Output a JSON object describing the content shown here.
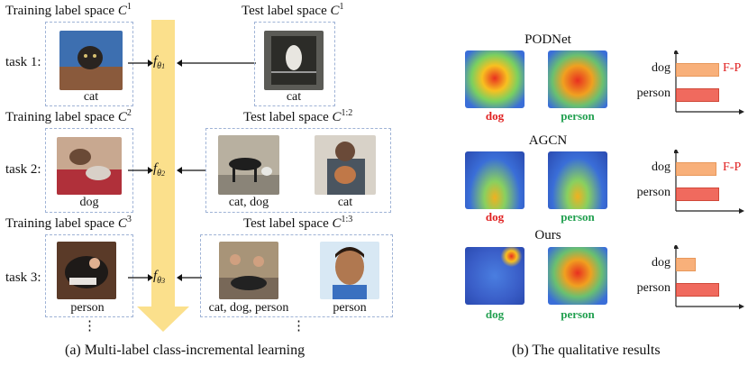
{
  "left": {
    "rows": [
      {
        "task": "task 1:",
        "train_header": "Training label space",
        "train_sym": "C",
        "train_sup": "1",
        "test_header": "Test label space",
        "test_sym": "C",
        "test_sup": "1",
        "train_caption": "cat",
        "model": "f",
        "model_sub": "θ",
        "model_sup": "1",
        "test_captions": [
          "cat"
        ]
      },
      {
        "task": "task 2:",
        "train_header": "Training label space",
        "train_sym": "C",
        "train_sup": "2",
        "test_header": "Test label space",
        "test_sym": "C",
        "test_sup": "1:2",
        "train_caption": "dog",
        "model": "f",
        "model_sub": "θ",
        "model_sup": "2",
        "test_captions": [
          "cat, dog",
          "cat"
        ]
      },
      {
        "task": "task 3:",
        "train_header": "Training label space",
        "train_sym": "C",
        "train_sup": "3",
        "test_header": "Test label space",
        "test_sym": "C",
        "test_sup": "1:3",
        "train_caption": "person",
        "model": "f",
        "model_sub": "θ",
        "model_sup": "3",
        "test_captions": [
          "cat, dog, person",
          "person"
        ]
      }
    ],
    "ellipsis": "⋮",
    "caption": "(a) Multi-label class-incremental  learning"
  },
  "right": {
    "methods": [
      {
        "name": "PODNet",
        "heat_labels": [
          {
            "text": "dog",
            "color": "#e02020"
          },
          {
            "text": "person",
            "color": "#22a050"
          }
        ],
        "bars": [
          {
            "label": "dog",
            "value": 1.0,
            "color": "#f8b07a"
          },
          {
            "label": "person",
            "value": 1.0,
            "color": "#f06a5e"
          }
        ],
        "annotation": "F-P"
      },
      {
        "name": "AGCN",
        "heat_labels": [
          {
            "text": "dog",
            "color": "#e02020"
          },
          {
            "text": "person",
            "color": "#22a050"
          }
        ],
        "bars": [
          {
            "label": "dog",
            "value": 0.93,
            "color": "#f8b07a"
          },
          {
            "label": "person",
            "value": 1.0,
            "color": "#f06a5e"
          }
        ],
        "annotation": "F-P"
      },
      {
        "name": "Ours",
        "heat_labels": [
          {
            "text": "dog",
            "color": "#22a050"
          },
          {
            "text": "person",
            "color": "#22a050"
          }
        ],
        "bars": [
          {
            "label": "dog",
            "value": 0.45,
            "color": "#f8b07a"
          },
          {
            "label": "person",
            "value": 1.0,
            "color": "#f06a5e"
          }
        ],
        "annotation": ""
      }
    ],
    "caption": "(b) The qualitative results"
  },
  "colors": {
    "arrow_band": "#fbe08c",
    "dashed_border": "#9fb3d6",
    "bar_axis": "#222222"
  }
}
